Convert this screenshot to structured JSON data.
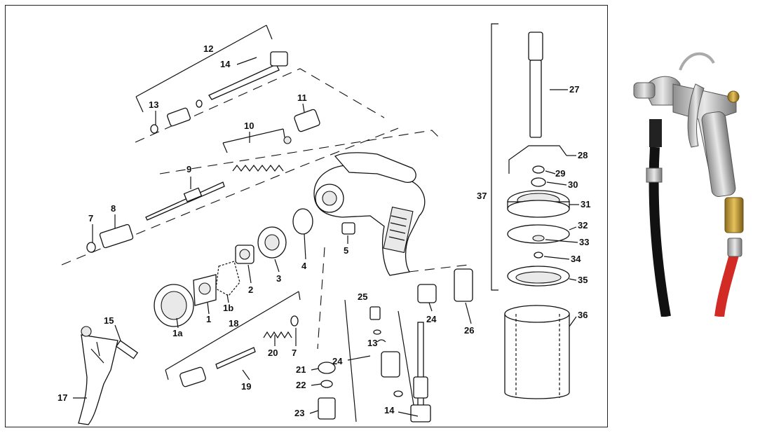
{
  "diagram": {
    "part_labels": {
      "p1": "1",
      "p1a": "1a",
      "p1b": "1b",
      "p2": "2",
      "p3": "3",
      "p4": "4",
      "p5": "5",
      "p7a": "7",
      "p7b": "7",
      "p8": "8",
      "p9": "9",
      "p10": "10",
      "p11": "11",
      "p12": "12",
      "p13a": "13",
      "p13b": "13",
      "p14a": "14",
      "p14b": "14",
      "p15": "15",
      "p17": "17",
      "p18": "18",
      "p19": "19",
      "p20": "20",
      "p21": "21",
      "p22": "22",
      "p23": "23",
      "p24a": "24",
      "p24b": "24",
      "p25": "25",
      "p26": "26",
      "p27": "27",
      "p28": "28",
      "p29": "29",
      "p30": "30",
      "p31": "31",
      "p32": "32",
      "p33": "33",
      "p34": "34",
      "p35": "35",
      "p36": "36",
      "p37": "37"
    }
  },
  "photo": {
    "hose_colors": {
      "air_hose": "#111111",
      "fluid_hose": "#d22a25"
    },
    "fitting_color": "#c9a040",
    "metal_color": "#c8c8c8"
  }
}
